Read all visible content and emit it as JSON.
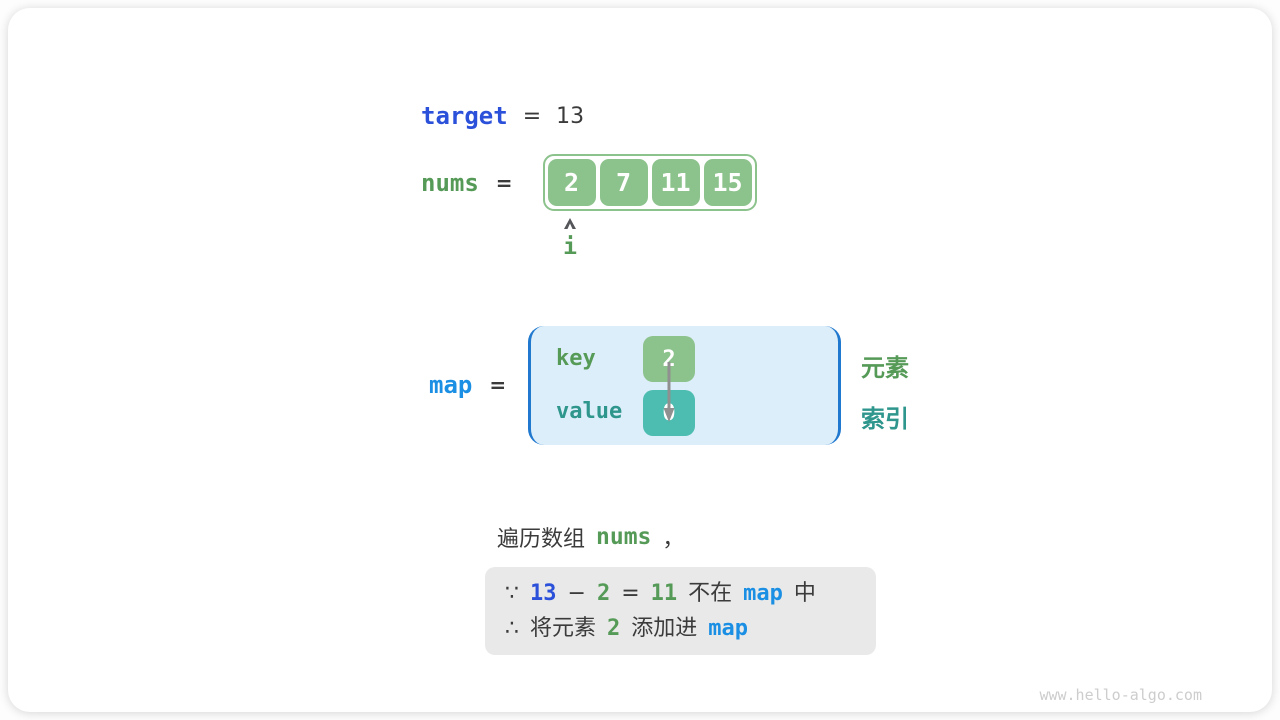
{
  "colors": {
    "indigo_code": "#2b50d9",
    "green_code": "#569a58",
    "teal_code": "#2e968c",
    "light_blue_code": "#1b8fe3",
    "array_cell_green": "#8cc28c",
    "value_cell_teal": "#4dbcb1",
    "map_fill": "#dceef9",
    "map_bracket_blue": "#2079cf",
    "dark_text": "#3b3b3b",
    "note_bg": "#e9e9e9",
    "arrow_gray": "#909090"
  },
  "target": {
    "label": "target",
    "equals": "=",
    "value": "13"
  },
  "nums": {
    "label": "nums",
    "equals": "=",
    "values": [
      "2",
      "7",
      "11",
      "15"
    ],
    "pointer_label": "i"
  },
  "map": {
    "label": "map",
    "equals": "=",
    "key_label": "key",
    "value_label": "value",
    "key_value": "2",
    "value_value": "0"
  },
  "annotations": {
    "element": "元素",
    "index": "索引"
  },
  "caption": {
    "prefix": "遍历数组",
    "code": "nums",
    "comma": "，"
  },
  "note": {
    "line1": {
      "because": "∵",
      "minuend": "13",
      "minus": "−",
      "subtrahend": "2",
      "equals": "=",
      "difference": "11",
      "not_in": "不在",
      "map": "map",
      "suffix": "中"
    },
    "line2": {
      "therefore": "∴",
      "prefix": "将元素",
      "value": "2",
      "action": "添加进",
      "map": "map"
    }
  },
  "watermark": "www.hello-algo.com"
}
